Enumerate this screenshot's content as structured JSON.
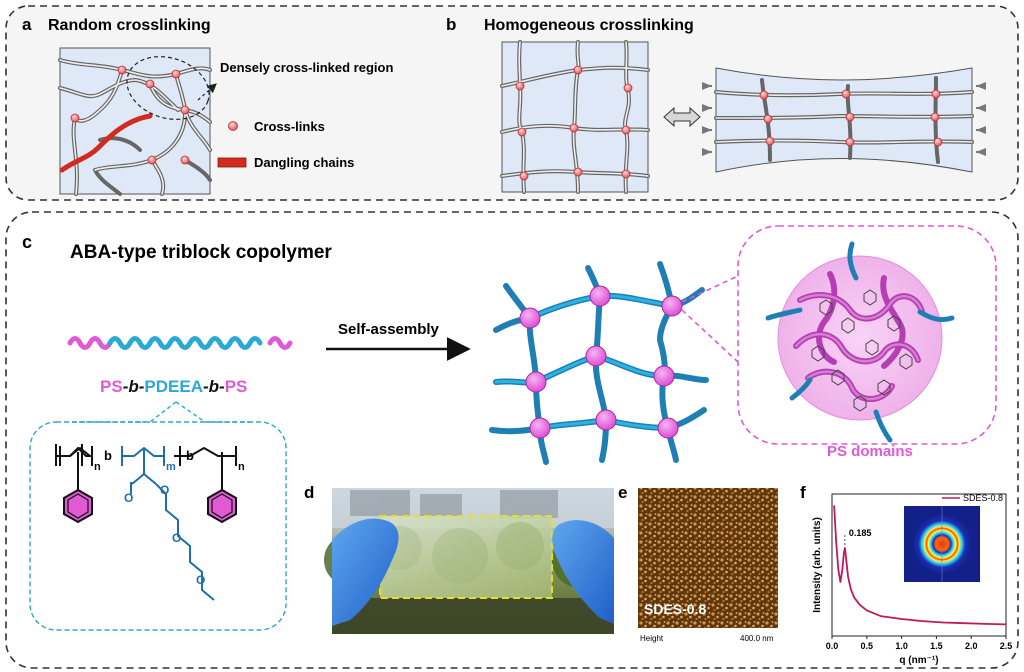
{
  "panel_a": {
    "letter": "a",
    "title": "Random crosslinking",
    "annotation": "Densely cross-linked region",
    "legend": {
      "crosslinks": "Cross-links",
      "dangling": "Dangling chains"
    }
  },
  "panel_b": {
    "letter": "b",
    "title": "Homogeneous crosslinking"
  },
  "panel_c": {
    "letter": "c",
    "title": "ABA-type triblock copolymer",
    "arrow_label": "Self-assembly",
    "copolymer": {
      "ps1": "PS",
      "sep1": "-b-",
      "pdeea": "PDEEA",
      "sep2": "-b-",
      "ps2": "PS"
    },
    "structure": {
      "n1": "n",
      "b1": "b",
      "m": "m",
      "b2": "b",
      "n2": "n",
      "o1": "O",
      "o2": "O",
      "o3": "O",
      "o4": "O"
    },
    "domains_label": "PS domains"
  },
  "panel_d": {
    "letter": "d"
  },
  "panel_e": {
    "letter": "e",
    "sample": "SDES-0.8",
    "mode": "Height",
    "scale": "400.0 nm"
  },
  "panel_f": {
    "letter": "f",
    "chart_data": {
      "type": "line",
      "xlabel": "q (nm⁻¹)",
      "ylabel": "Intensity (arb. units)",
      "xlim": [
        0,
        2.5
      ],
      "xticks": [
        0.0,
        0.5,
        1.0,
        1.5,
        2.0,
        2.5
      ],
      "xtick_labels": [
        "0.0",
        "0.5",
        "1.0",
        "1.5",
        "2.0",
        "2.5"
      ],
      "peak_label": "0.185",
      "series": [
        {
          "name": "SDES-0.8",
          "x": [
            0.03,
            0.06,
            0.09,
            0.12,
            0.15,
            0.17,
            0.185,
            0.2,
            0.23,
            0.27,
            0.32,
            0.4,
            0.5,
            0.7,
            1.0,
            1.3,
            1.6,
            1.9,
            2.2,
            2.5
          ],
          "y": [
            0.92,
            0.66,
            0.47,
            0.38,
            0.47,
            0.58,
            0.62,
            0.56,
            0.42,
            0.33,
            0.27,
            0.22,
            0.18,
            0.14,
            0.12,
            0.105,
            0.095,
            0.09,
            0.085,
            0.082
          ]
        }
      ]
    },
    "colors": {
      "line": "#c2185b"
    }
  },
  "colors": {
    "pink": "#e05ad6",
    "blue": "#2ba8d4",
    "crosslink": "#e8747c",
    "dangling": "#d22b1f"
  }
}
